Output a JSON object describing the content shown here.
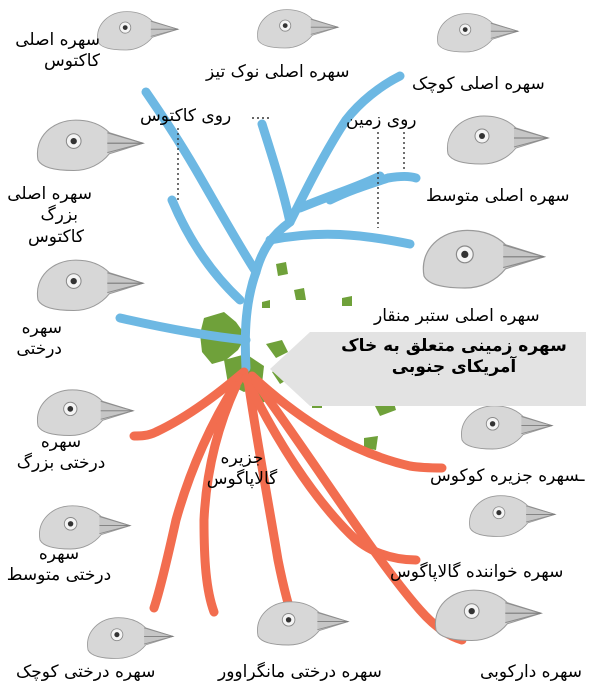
{
  "labels": {
    "cactus_finch": [
      "سهره اصلی",
      "کاکتوس"
    ],
    "sharp_beaked_finch": "سهره اصلی نوک تیز",
    "small_ground_finch": "سهره اصلی کوچک",
    "on_cactus": "روی کاکتوس",
    "on_ground": "روی زمین",
    "medium_ground_finch": "سهره اصلی متوسط",
    "large_cactus_finch": [
      "سهره اصلی",
      "بزرگ",
      "کاکتوس"
    ],
    "large_ground_finch": "سهره اصلی ستبر منقار",
    "vegetarian_finch": [
      "سهره",
      "درختی"
    ],
    "mainland_ancestor": [
      "سهره زمینی متعلق به خاک",
      "آمریکای جنوبی"
    ],
    "large_tree_finch": [
      "سهره",
      "درختی بزرگ"
    ],
    "island": [
      "جزیره",
      "گالاپاگوس"
    ],
    "cocos_finch": "ـسهره جزیره کوکوس",
    "medium_tree_finch": [
      "سهره",
      "درختی متوسط"
    ],
    "warbler_finch": "سهره خواننده گالاپاگوس",
    "small_tree_finch": "سهره درختی کوچک",
    "mangrove_finch": "سهره درختی مانگراوور",
    "woodpecker_finch": "سهره دارکوبی"
  },
  "colors": {
    "ground_branches": "#6db8e3",
    "tree_branches": "#f26d4f",
    "islands": "#6fa13a",
    "banner": "#e3e3e3",
    "bird_head": "#d7d7d7"
  }
}
